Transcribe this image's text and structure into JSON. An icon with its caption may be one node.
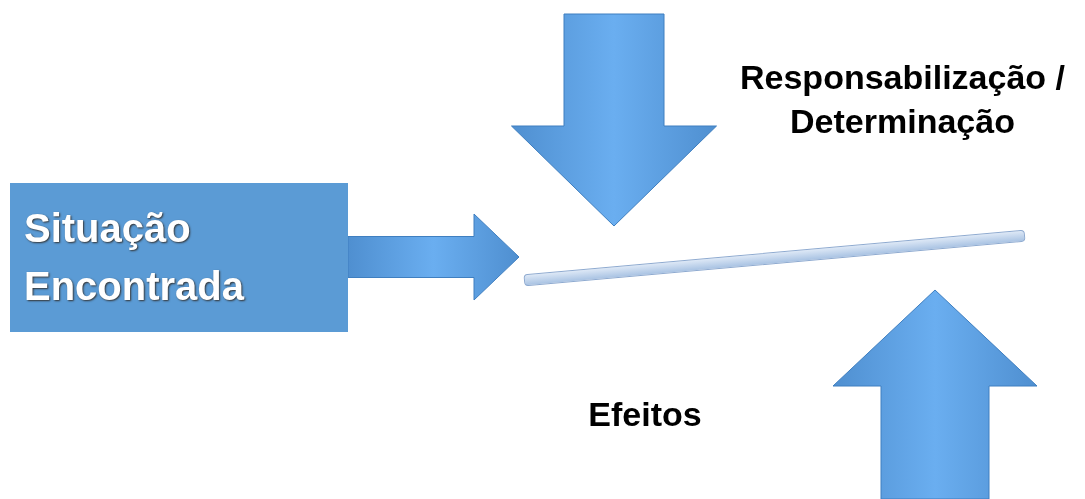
{
  "diagram": {
    "nodes": [
      {
        "text": [
          "Situação Encontrada"
        ]
      },
      {
        "text": [],
        "shape": "bar"
      }
    ],
    "edges": [
      {
        "from": 0,
        "to": 1,
        "arrow": "to"
      },
      {
        "from": null,
        "to": 1,
        "arrow": "to"
      },
      {
        "from": null,
        "to": 1,
        "arrow": "to"
      }
    ],
    "labels": [
      "Responsabilização / Determinação",
      "Efeitos"
    ]
  }
}
